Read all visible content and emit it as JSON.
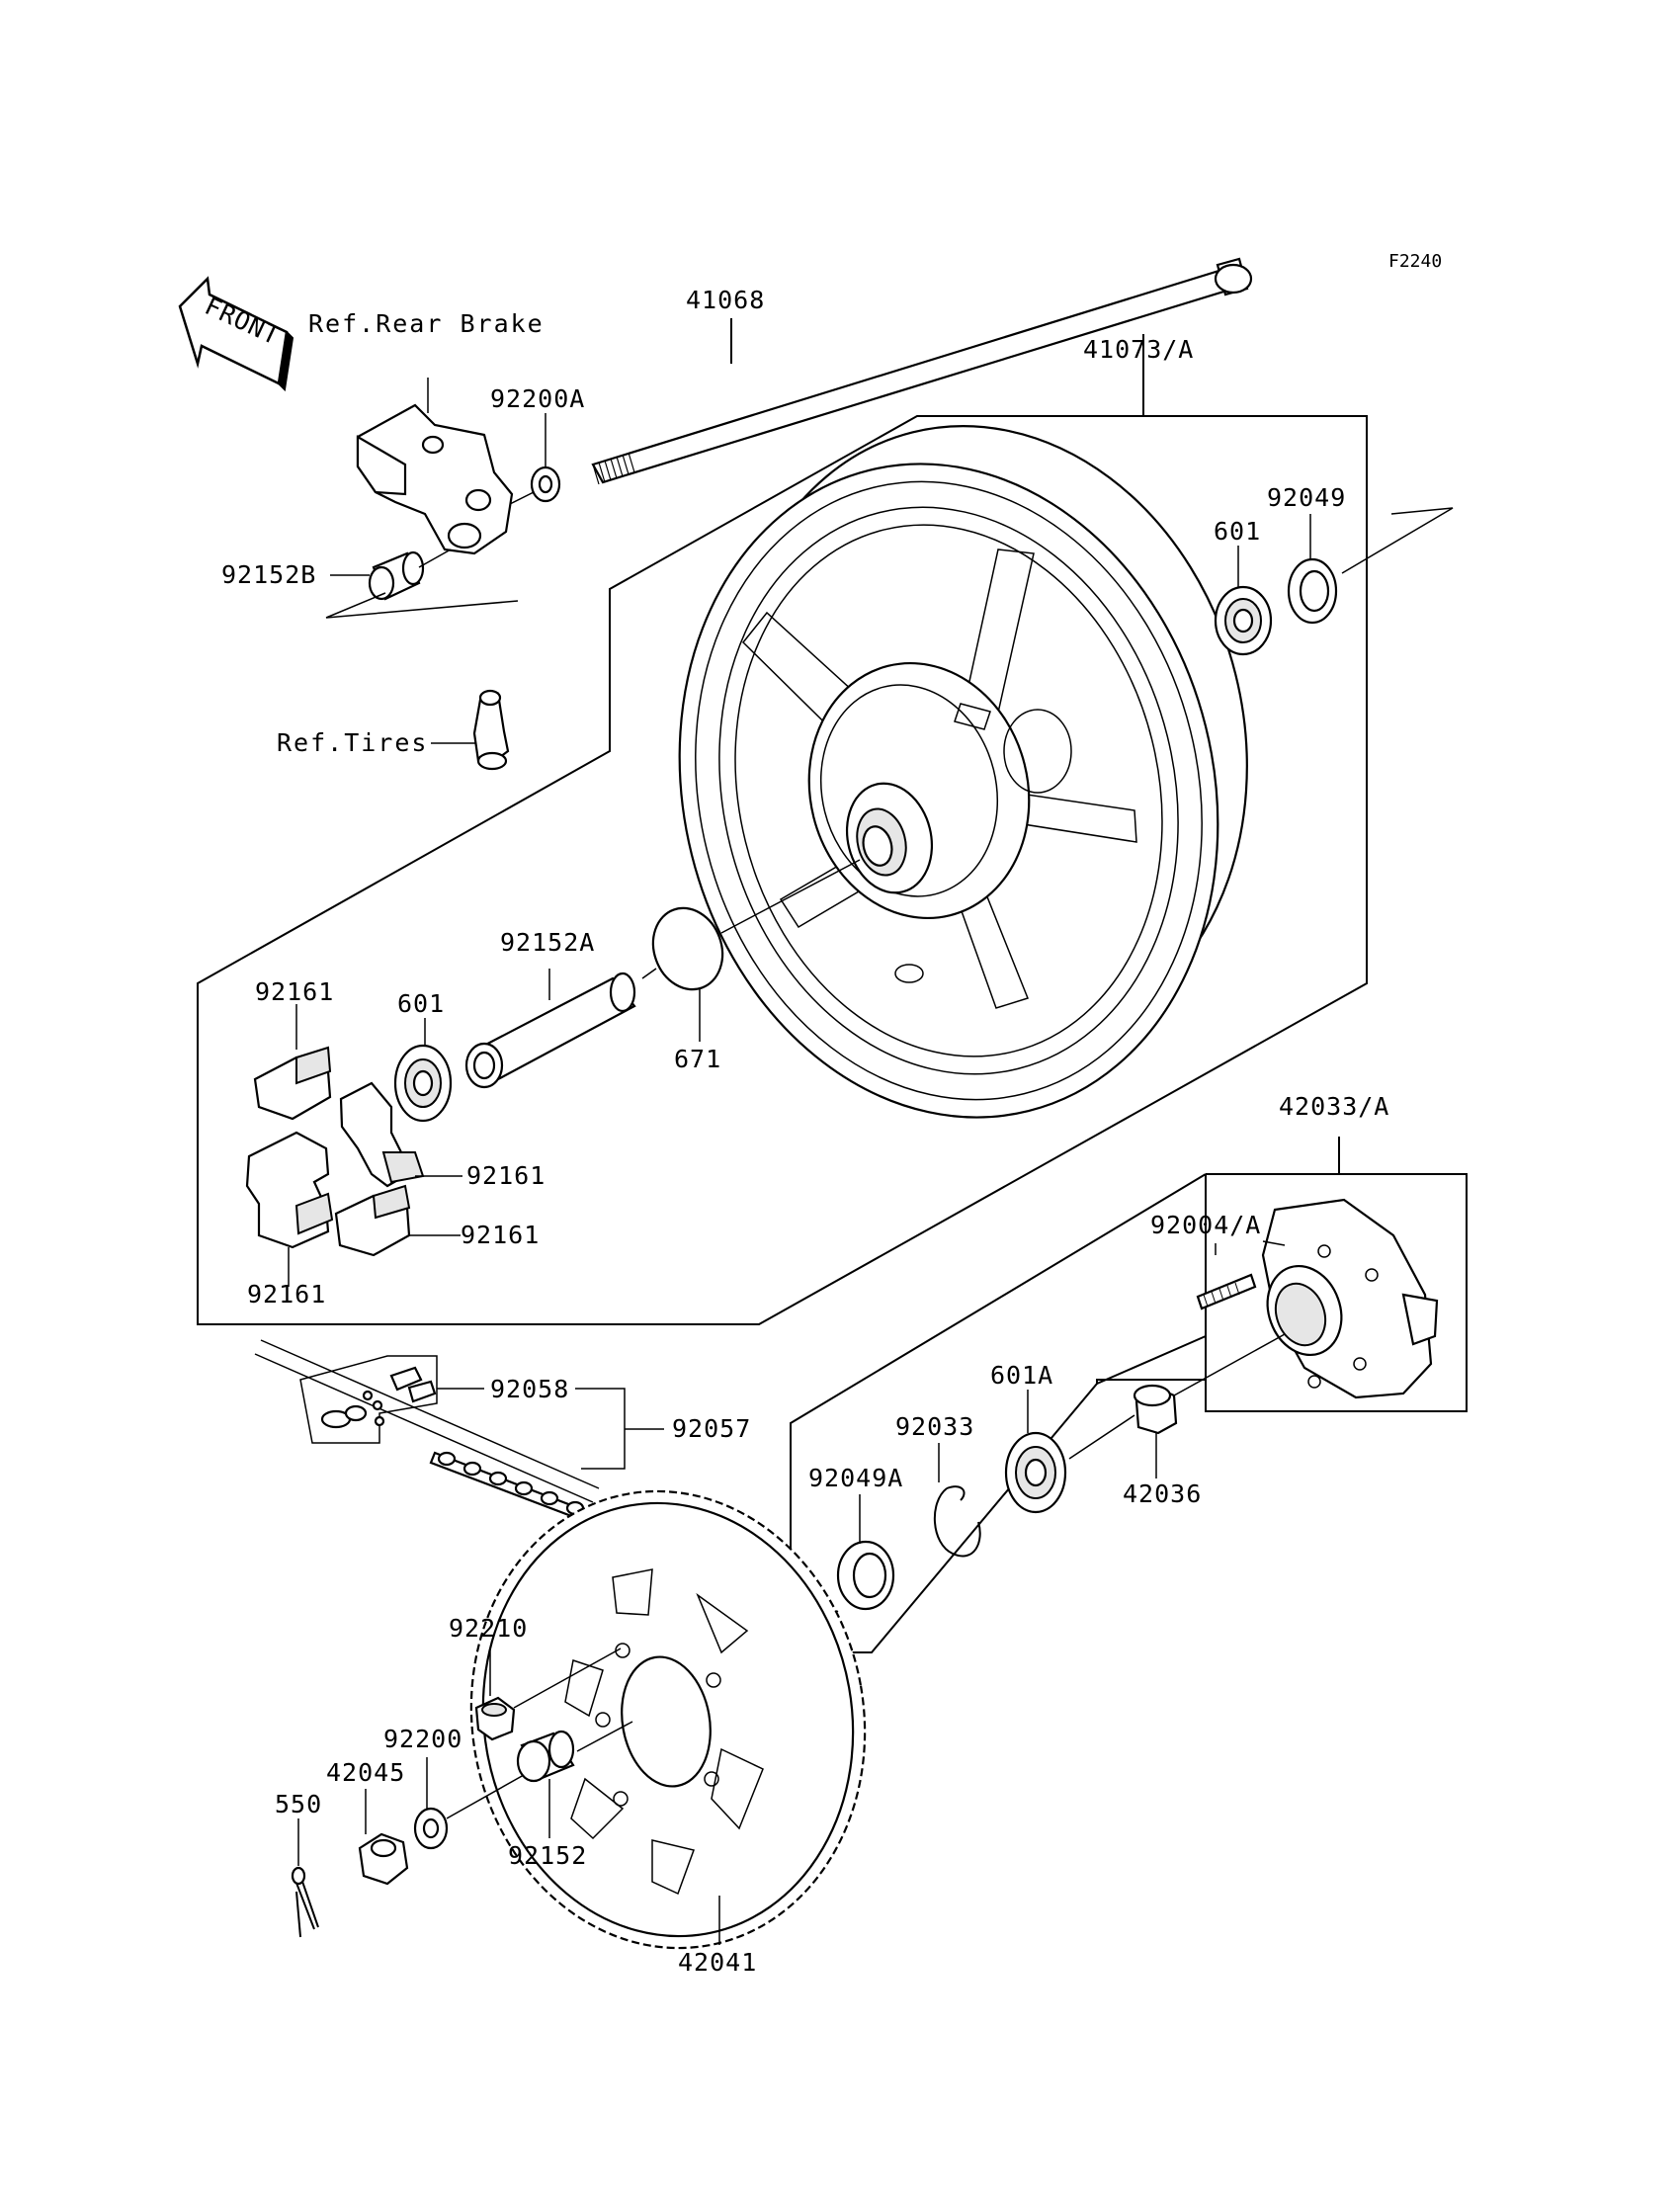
{
  "figure_code": "F2240",
  "front_label": "FRONT",
  "labels": {
    "l41068": "41068",
    "l41073A": "41073/A",
    "refRearBrake": "Ref.Rear Brake",
    "l92200A": "92200A",
    "l92152B": "92152B",
    "l601_top": "601",
    "l92049": "92049",
    "refTires": "Ref.Tires",
    "l92152A": "92152A",
    "l671": "671",
    "l92161_a": "92161",
    "l601_mid": "601",
    "l92161_b": "92161",
    "l92161_c": "92161",
    "l92161_d": "92161",
    "l42033A": "42033/A",
    "l92004A": "92004/A",
    "l92058": "92058",
    "l92057": "92057",
    "l601A": "601A",
    "l92033": "92033",
    "l92049A": "92049A",
    "l42036": "42036",
    "l92210": "92210",
    "l92200": "92200",
    "l42045": "42045",
    "l550": "550",
    "l92152": "92152",
    "l42041": "42041"
  }
}
